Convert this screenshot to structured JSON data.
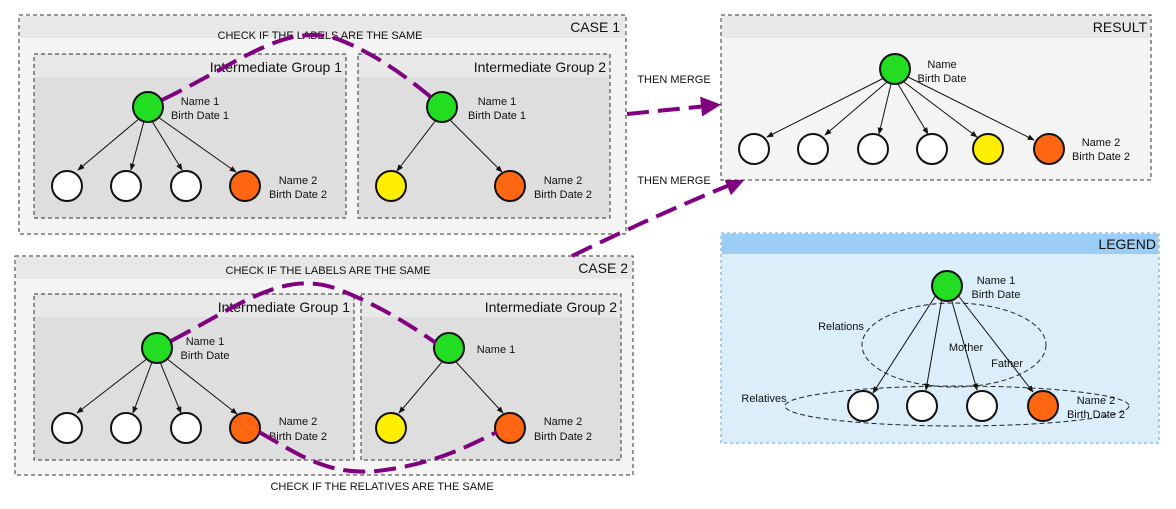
{
  "case1": {
    "title": "CASE 1",
    "check_label": "CHECK IF THE LABELS ARE THE SAME",
    "group1": {
      "title": "Intermediate Group 1",
      "root_name": "Name 1",
      "root_date": "Birth Date 1",
      "child_name": "Name 2",
      "child_date": "Birth Date 2"
    },
    "group2": {
      "title": "Intermediate Group 2",
      "root_name": "Name 1",
      "root_date": "Birth Date 1",
      "child_name": "Name 2",
      "child_date": "Birth Date 2"
    }
  },
  "case2": {
    "title": "CASE 2",
    "check_label": "CHECK IF THE LABELS ARE THE SAME",
    "check_relatives_label": "CHECK IF THE RELATIVES ARE THE SAME",
    "group1": {
      "title": "Intermediate Group 1",
      "root_name": "Name 1",
      "root_date": "Birth Date",
      "child_name": "Name 2",
      "child_date": "Birth Date 2"
    },
    "group2": {
      "title": "Intermediate Group 2",
      "root_name": "Name 1",
      "child_name": "Name 2",
      "child_date": "Birth Date 2"
    }
  },
  "merge": {
    "label_top": "THEN MERGE",
    "label_bottom": "THEN MERGE"
  },
  "result": {
    "title": "RESULT",
    "root_name": "Name",
    "root_date": "Birth Date",
    "child_name": "Name 2",
    "child_date": "Birth Date 2"
  },
  "legend": {
    "title": "LEGEND",
    "root_name": "Name 1",
    "root_date": "Birth Date",
    "relations_label": "Relations",
    "mother_label": "Mother",
    "father_label": "Father",
    "relatives_label": "Relatives",
    "child_name": "Name 2",
    "child_date": "Birth Date 2"
  },
  "colors": {
    "root_node": "#22dd22",
    "white_node": "#ffffff",
    "yellow_node": "#ffee00",
    "orange_node": "#ff6611",
    "merge_line": "#800080",
    "legend_bg": "#dbeefa",
    "legend_header": "#9ccdf5"
  }
}
